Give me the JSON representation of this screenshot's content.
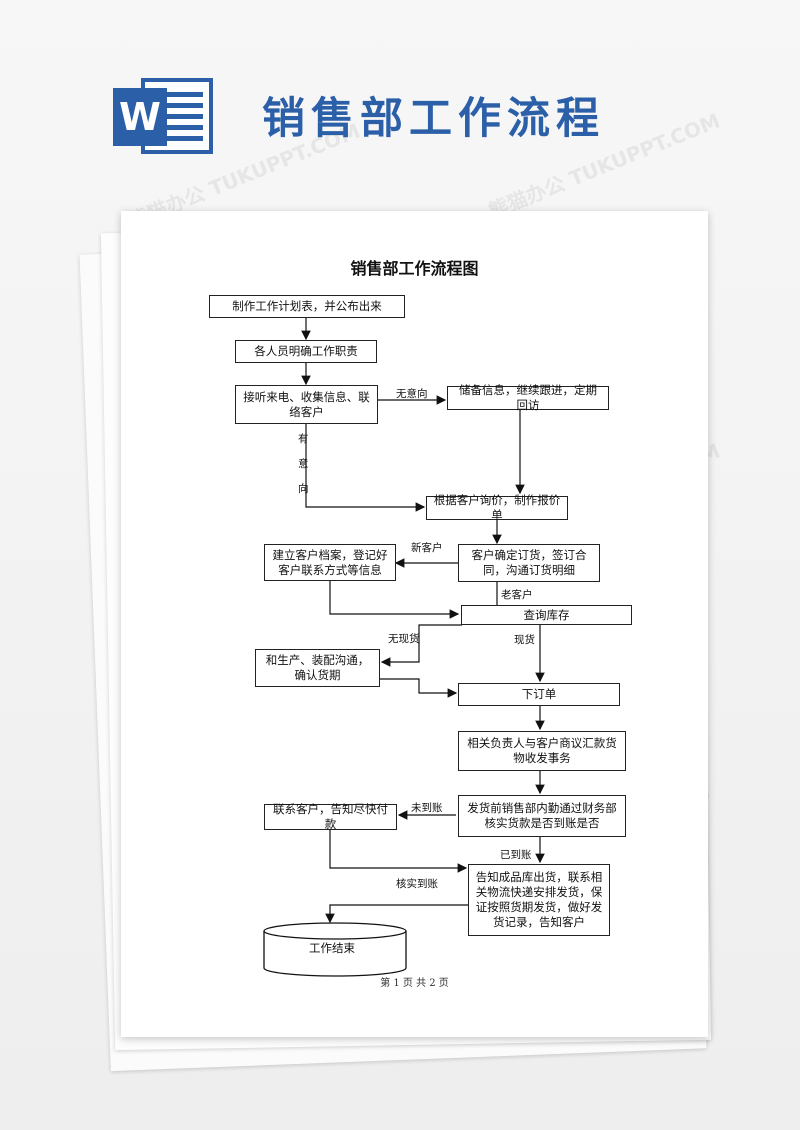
{
  "banner": {
    "title": "销售部工作流程"
  },
  "document": {
    "title": "销售部工作流程图",
    "footer": "第 1 页 共 2 页"
  },
  "steps": {
    "plan": "制作工作计划表，并公布出来",
    "duties": "各人员明确工作职责",
    "calls": "接听来电、收集信息、联络客户",
    "store_info": "储备信息，继续跟进，定期回访",
    "quote": "根据客户询价，制作报价单",
    "confirm": "客户确定订货，签订合同，沟通订货明细",
    "archive": "建立客户档案，登记好客户联系方式等信息",
    "inventory": "查询库存",
    "production": "和生产、装配沟通，确认货期",
    "order": "下订单",
    "negotiate": "相关负责人与客户商议汇款货物收发事务",
    "verify": "发货前销售部内勤通过财务部核实货款是否到账是否",
    "contact_customer": "联系客户，告知尽快付款",
    "ship": "告知成品库出货，联系相关物流快递安排发货，保证按照货期发货，做好发货记录，告知客户",
    "end": "工作结束"
  },
  "edge_labels": {
    "no_intent": "无意向",
    "has_intent_1": "有",
    "has_intent_2": "意",
    "has_intent_3": "向",
    "new_customer": "新客户",
    "old_customer": "老客户",
    "no_stock": "无现货",
    "in_stock": "现货",
    "not_received": "未到账",
    "received": "已到账",
    "verified": "核实到账"
  },
  "watermark": "熊猫办公 TUKUPPT.COM",
  "colors": {
    "word_blue": "#2b5fa8",
    "title_blue": "#2b5fa8"
  }
}
